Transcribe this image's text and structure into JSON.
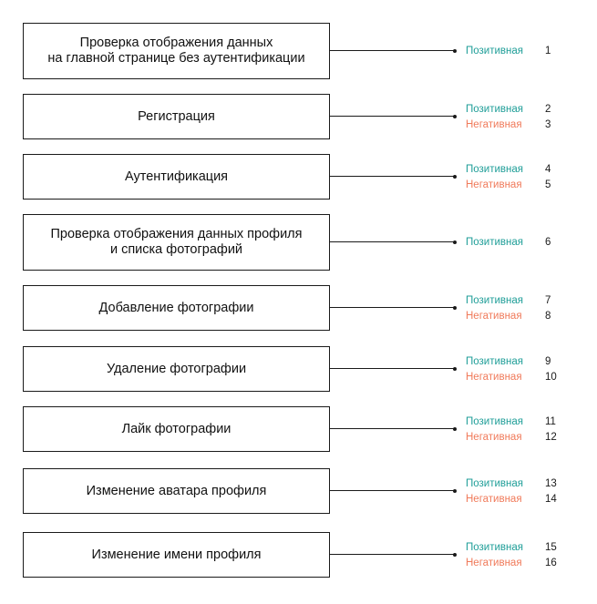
{
  "colors": {
    "positive": "#1f9e98",
    "negative": "#f07a5a",
    "box_border": "#1a1a1a",
    "text": "#111111"
  },
  "scenarios": [
    {
      "title": "Проверка отображения данных\nна главной странице без аутентификации",
      "cases": [
        {
          "type": "positive",
          "label": "Позитивная",
          "number": "1"
        }
      ]
    },
    {
      "title": "Регистрация",
      "cases": [
        {
          "type": "positive",
          "label": "Позитивная",
          "number": "2"
        },
        {
          "type": "negative",
          "label": "Негативная",
          "number": "3"
        }
      ]
    },
    {
      "title": "Аутентификация",
      "cases": [
        {
          "type": "positive",
          "label": "Позитивная",
          "number": "4"
        },
        {
          "type": "negative",
          "label": "Негативная",
          "number": "5"
        }
      ]
    },
    {
      "title": "Проверка отображения данных профиля\nи списка фотографий",
      "cases": [
        {
          "type": "positive",
          "label": "Позитивная",
          "number": "6"
        }
      ]
    },
    {
      "title": "Добавление фотографии",
      "cases": [
        {
          "type": "positive",
          "label": "Позитивная",
          "number": "7"
        },
        {
          "type": "negative",
          "label": "Негативная",
          "number": "8"
        }
      ]
    },
    {
      "title": "Удаление фотографии",
      "cases": [
        {
          "type": "positive",
          "label": "Позитивная",
          "number": "9"
        },
        {
          "type": "negative",
          "label": "Негативная",
          "number": "10"
        }
      ]
    },
    {
      "title": "Лайк фотографии",
      "cases": [
        {
          "type": "positive",
          "label": "Позитивная",
          "number": "11"
        },
        {
          "type": "negative",
          "label": "Негативная",
          "number": "12"
        }
      ]
    },
    {
      "title": "Изменение аватара профиля",
      "cases": [
        {
          "type": "positive",
          "label": "Позитивная",
          "number": "13"
        },
        {
          "type": "negative",
          "label": "Негативная",
          "number": "14"
        }
      ]
    },
    {
      "title": "Изменение имени профиля",
      "cases": [
        {
          "type": "positive",
          "label": "Позитивная",
          "number": "15"
        },
        {
          "type": "negative",
          "label": "Негативная",
          "number": "16"
        }
      ]
    }
  ]
}
